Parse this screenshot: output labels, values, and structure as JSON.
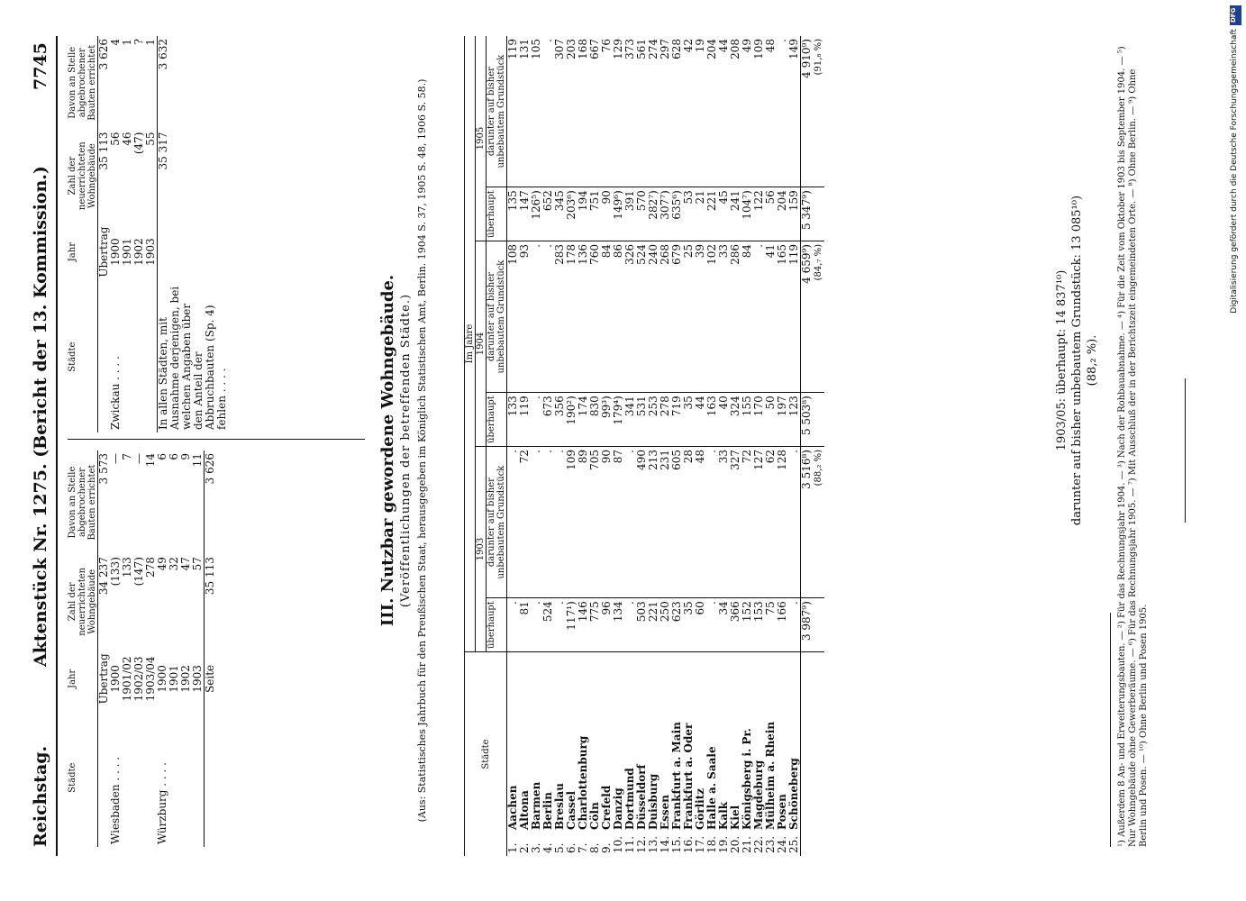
{
  "header": {
    "left": "Reichstag.",
    "center": "Aktenstück Nr. 1275. (Bericht der 13. Kommission.)",
    "page_number": "7745"
  },
  "upper_table": {
    "columns": [
      "Städte",
      "Jahr",
      "Zahl der neuerrichteten Wohngebäude",
      "Davon an Stelle abgebrochener Bauten errichtet"
    ],
    "left_rows": [
      [
        "",
        "Übertrag",
        "34 237",
        "3 573"
      ],
      [
        "Wiesbaden . . . .",
        "1900",
        "(133)",
        "—"
      ],
      [
        "",
        "1901/02",
        "133",
        "7"
      ],
      [
        "",
        "1902/03",
        "(147)",
        "—"
      ],
      [
        "",
        "1903/04",
        "278",
        "14"
      ],
      [
        "Würzburg . . . .",
        "1900",
        "49",
        "6"
      ],
      [
        "",
        "1901",
        "32",
        "6"
      ],
      [
        "",
        "1902",
        "47",
        "9"
      ],
      [
        "",
        "1903",
        "57",
        "11"
      ],
      [
        "",
        "Seite",
        "35 113",
        "3 626"
      ]
    ],
    "right_rows": [
      [
        "",
        "Übertrag",
        "35 113",
        "3 626"
      ],
      [
        "Zwickau . . . .",
        "1900",
        "56",
        "4"
      ],
      [
        "",
        "1901",
        "46",
        "1"
      ],
      [
        "",
        "1902",
        "(47)",
        "?"
      ],
      [
        "",
        "1903",
        "55",
        "1"
      ],
      [
        "In allen Städten, mit Ausnahme derjenigen, bei welchen Angaben über den Anteil der Abbruchbauten (Sp. 4) fehlen . . . .",
        "",
        "35 317",
        "3 632"
      ]
    ]
  },
  "section": {
    "title": "III. Nutzbar gewordene Wohngebäude.",
    "subtitle": "(Veröffentlichungen der betreffenden Städte.)",
    "source": "(Aus: Statistisches Jahrbuch für den Preußischen Staat, herausgegeben im Königlich Statistischen Amt, Berlin. 1904 S. 37, 1905 S. 48, 1906 S. 58.)"
  },
  "lower_table": {
    "col_staedte": "Städte",
    "col_im_jahre": "Im Jahre",
    "years": [
      "1903",
      "1904",
      "1905"
    ],
    "sub_total": "überhaupt",
    "sub_unbebaut": "darunter auf bisher unbebautem Grundstück",
    "rows": [
      [
        "1.",
        "Aachen",
        ".",
        ".",
        "133",
        "108",
        "135",
        "119"
      ],
      [
        "2.",
        "Altona",
        "81",
        "72",
        "119",
        "93",
        "147",
        "131"
      ],
      [
        "3.",
        "Barmen",
        ".",
        ".",
        ".",
        ".",
        "126⁵)",
        "105"
      ],
      [
        "4.",
        "Berlin",
        "524",
        ".",
        "673",
        ".",
        "652",
        "."
      ],
      [
        "5.",
        "Breslau",
        ".",
        ".",
        "356",
        "283",
        "345",
        "307"
      ],
      [
        "6.",
        "Cassel",
        "117¹)",
        "109",
        "190²)",
        "178",
        "203⁶)",
        "203"
      ],
      [
        "7.",
        "Charlottenburg",
        "146",
        "89",
        "174",
        "136",
        "194",
        "168"
      ],
      [
        "8.",
        "Cöln",
        "775",
        "705",
        "830",
        "760",
        "751",
        "667"
      ],
      [
        "9.",
        "Crefeld",
        "96",
        "90",
        "99³)",
        "84",
        "90",
        "76"
      ],
      [
        "10.",
        "Danzig",
        "134",
        "87",
        "179⁴)",
        "86",
        "149⁶)",
        "129"
      ],
      [
        "11.",
        "Dortmund",
        ".",
        ".",
        "341",
        "326",
        "391",
        "373"
      ],
      [
        "12.",
        "Düsseldorf",
        "503",
        "490",
        "531",
        "524",
        "570",
        "561"
      ],
      [
        "13.",
        "Duisburg",
        "221",
        "213",
        "253",
        "240",
        "282⁷)",
        "274"
      ],
      [
        "14.",
        "Essen",
        "250",
        "231",
        "278",
        "268",
        "307⁷)",
        "297"
      ],
      [
        "15.",
        "Frankfurt a. Main",
        "623",
        "605",
        "719",
        "679",
        "635⁶)",
        "628"
      ],
      [
        "16.",
        "Frankfurt a. Oder",
        "35",
        "28",
        "35",
        "25",
        "53",
        "42"
      ],
      [
        "17.",
        "Görlitz",
        "60",
        "48",
        "44",
        "39",
        "21",
        "19"
      ],
      [
        "18.",
        "Halle a. Saale",
        ".",
        ".",
        "163",
        "102",
        "221",
        "204"
      ],
      [
        "19.",
        "Kalk",
        "34",
        "33",
        "40",
        "33",
        "45",
        "44"
      ],
      [
        "20.",
        "Kiel",
        "366",
        "327",
        "324",
        "286",
        "241",
        "208"
      ],
      [
        "21.",
        "Königsberg i. Pr.",
        "152",
        "72",
        "155",
        "84",
        "104⁷)",
        "49"
      ],
      [
        "22.",
        "Magdeburg",
        "153",
        "127",
        "170",
        ".",
        "122",
        "109"
      ],
      [
        "23.",
        "Mülheim a. Rhein",
        "75",
        "62",
        "50",
        "41",
        "56",
        "48"
      ],
      [
        "24.",
        "Posen",
        "166",
        "128",
        "197",
        "165",
        "204",
        "."
      ],
      [
        "25.",
        "Schöneberg",
        ".",
        ".",
        "123",
        "119",
        "159",
        "149"
      ]
    ],
    "totals": [
      "3 987⁹)",
      "3 516⁸)",
      "5 503⁸)",
      "4 659⁹)",
      "5 347⁹)",
      "4 910⁹)"
    ],
    "percents": [
      "",
      "(88,₂ %)",
      "",
      "(84,₇ %)",
      "",
      "(91,₈ %)"
    ],
    "summary_line1": "1903/05: überhaupt: 14 837¹⁰)",
    "summary_line2": "darunter auf bisher unbebautem Grundstück: 13 085¹⁰)",
    "summary_line3": "(88,₂ %)."
  },
  "footnotes": "¹) Außerdem 8 An- und Erweiterungsbauten. — ²) Für das Rechnungsjahr 1904. — ³) Nach der Rohbauabnahme. — ⁴) Für die Zeit vom Oktober 1903 bis September 1904. — ⁵) Nur Wohngebäude ohne Gewerberäume. — ⁶) Für das Rechnungsjahr 1905. — ⁷) Mit Ausschluß der in der Berichtszeit eingemeindeten Orte. — ⁸) Ohne Berlin. — ⁹) Ohne Berlin und Posen. — ¹⁰) Ohne Berlin und Posen 1905.",
  "side_note": "Digitalisierung gefördert durch die Deutsche Forschungsgemeinschaft",
  "side_badge": "DFG"
}
